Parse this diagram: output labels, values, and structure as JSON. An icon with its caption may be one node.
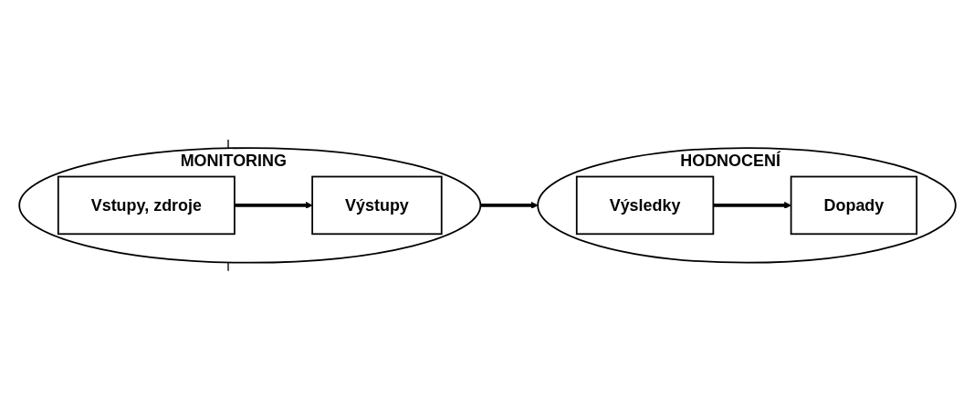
{
  "diagram": {
    "nodes": [
      {
        "text": [
          "MONITORING"
        ]
      },
      {
        "text": [
          "Vstupy, zdroje"
        ],
        "in": 0
      },
      {
        "text": [
          "Výstupy"
        ],
        "in": 0
      },
      {
        "text": [
          "HODNOCENÍ"
        ]
      },
      {
        "text": [
          "Výsledky"
        ],
        "in": 3
      },
      {
        "text": [
          "Dopady"
        ],
        "in": 3
      }
    ],
    "edges": [
      {
        "from": 1,
        "to": 2,
        "arrow": "to"
      },
      {
        "from": 0,
        "to": 3,
        "arrow": "to"
      },
      {
        "from": 4,
        "to": 5,
        "arrow": "to"
      }
    ]
  }
}
